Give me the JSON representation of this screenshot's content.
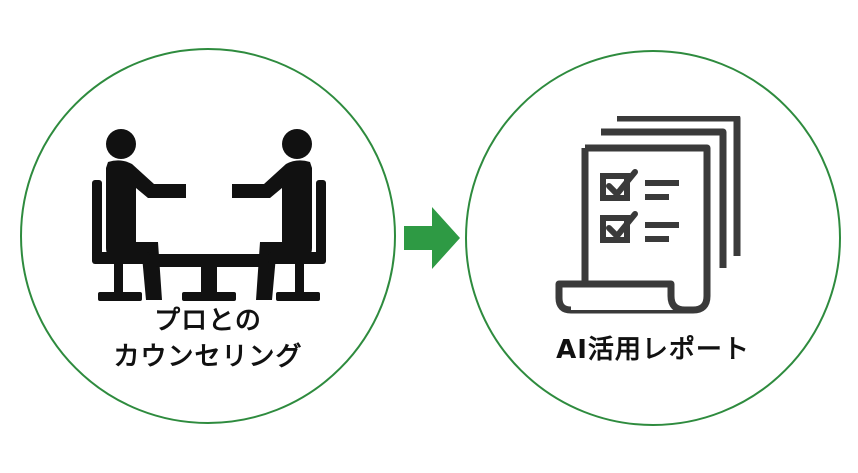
{
  "colors": {
    "circle_border": "#2e8b3e",
    "arrow": "#2e9a44",
    "icon": "#111111",
    "report_icon": "#3a3a3a"
  },
  "left_step": {
    "label_line1": "プロとの",
    "label_line2": "カウンセリング",
    "icon": "meeting-icon"
  },
  "arrow": {
    "icon": "right-arrow-icon"
  },
  "right_step": {
    "label": "AI活用レポート",
    "icon": "report-icon"
  }
}
